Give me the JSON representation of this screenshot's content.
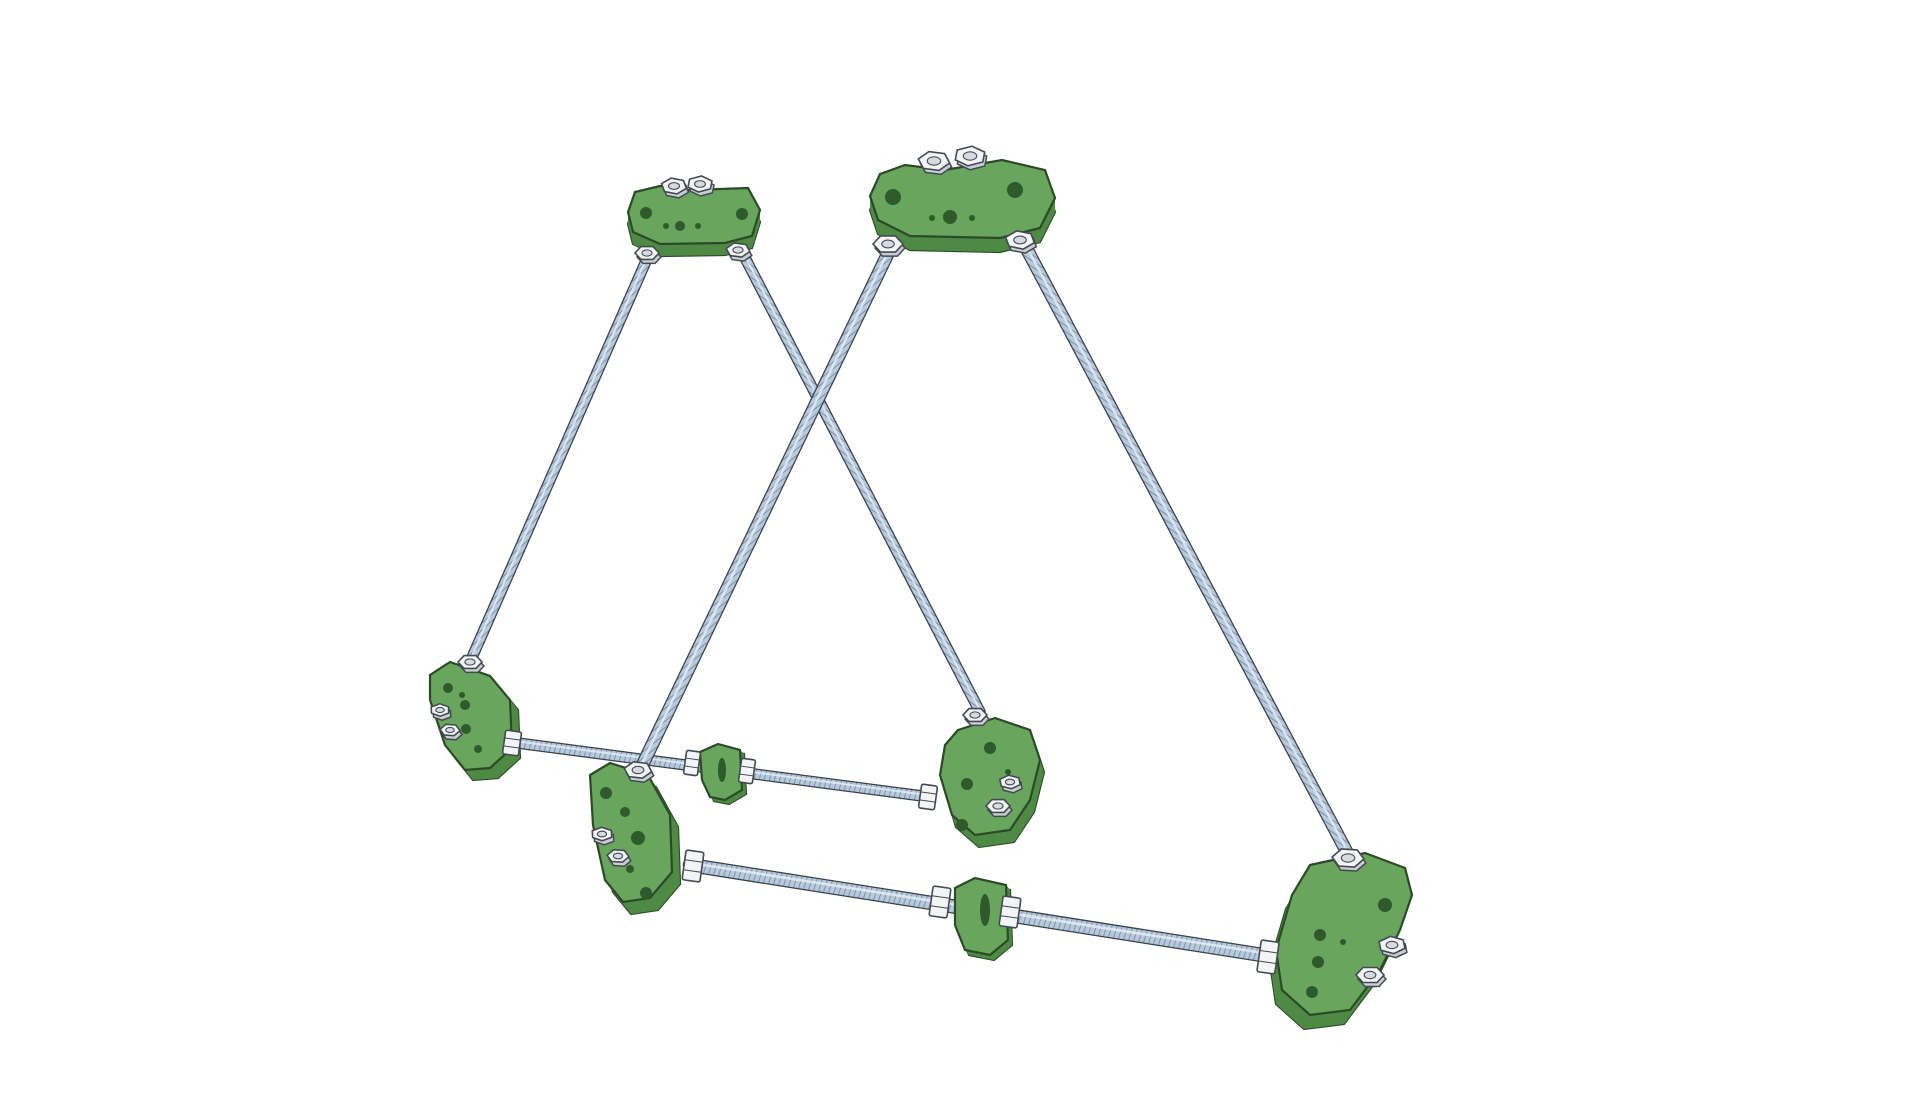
{
  "scene": {
    "background": "#ffffff",
    "colors": {
      "rod": "#b7c9dc",
      "rod_thread": "#6e8194",
      "rod_outline": "#3a4048",
      "bracket_fill": "#68a65d",
      "bracket_dark": "#4f8a45",
      "bracket_outline": "#2c4a28",
      "hole": "#2e5a2c",
      "nut_fill": "#f2f4f6",
      "nut_outline": "#444a52"
    },
    "parts": {
      "rods": [
        "rear-left-diagonal-rod",
        "rear-right-diagonal-rod",
        "front-left-diagonal-rod",
        "front-right-diagonal-rod",
        "rear-base-rod",
        "front-base-rod"
      ],
      "brackets": [
        "rear-top-vertex-bracket",
        "front-top-vertex-bracket",
        "rear-left-foot-bracket",
        "rear-right-foot-bracket",
        "front-left-foot-bracket",
        "front-right-foot-bracket",
        "rear-center-clip",
        "front-center-clip"
      ]
    }
  }
}
